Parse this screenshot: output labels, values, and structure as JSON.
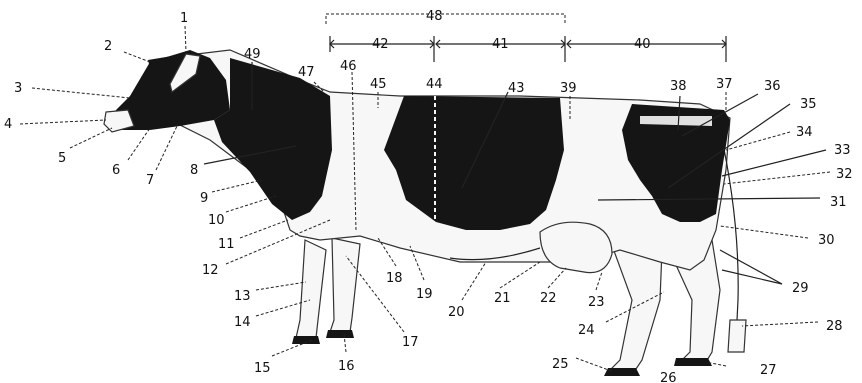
{
  "diagram": {
    "subject": "cow-anatomy",
    "labels": [
      "1",
      "2",
      "3",
      "4",
      "5",
      "6",
      "7",
      "8",
      "9",
      "10",
      "11",
      "12",
      "13",
      "14",
      "15",
      "16",
      "17",
      "18",
      "19",
      "20",
      "21",
      "22",
      "23",
      "24",
      "25",
      "26",
      "27",
      "28",
      "29",
      "30",
      "31",
      "32",
      "33",
      "34",
      "35",
      "36",
      "37",
      "38",
      "39",
      "40",
      "41",
      "42",
      "43",
      "44",
      "45",
      "46",
      "47",
      "48",
      "49"
    ],
    "colors": {
      "black": "#151515",
      "white": "#f7f7f7",
      "line": "#222222"
    }
  }
}
